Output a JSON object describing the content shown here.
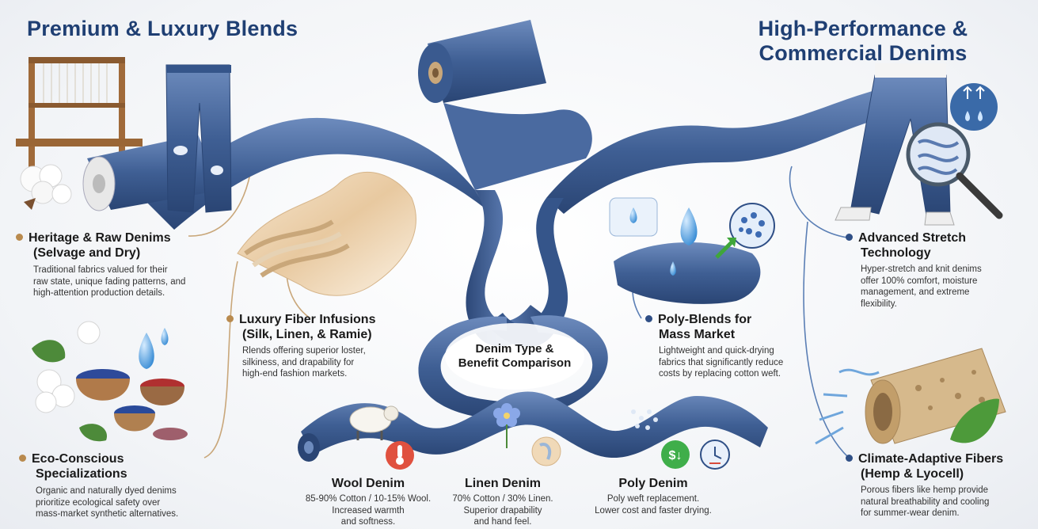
{
  "headings": {
    "left": "Premium & Luxury Blends",
    "right_line1": "High-Performance &",
    "right_line2": "Commercial Denims"
  },
  "center_title": {
    "line1": "Denim Type &",
    "line2": "Benefit Comparison"
  },
  "sections": {
    "heritage": {
      "title_line1": "Heritage & Raw Denims",
      "title_line2": "(Selvage and Dry)",
      "desc_line1": "Traditional fabrics valued for their",
      "desc_line2": "raw state, unique fading patterns, and",
      "desc_line3": "high-attention production details."
    },
    "eco": {
      "title_line1": "Eco-Conscious",
      "title_line2": "Specializations",
      "desc_line1": "Organic and naturally dyed denims",
      "desc_line2": "prioritize ecological safety over",
      "desc_line3": "mass-market synthetic alternatives."
    },
    "luxury": {
      "title_line1": "Luxury Fiber Infusions",
      "title_line2": "(Silk, Linen, & Ramie)",
      "desc_line1": "Rlends offering superior loster,",
      "desc_line2": "silkiness, and drapability for",
      "desc_line3": "high-end fashion markets."
    },
    "poly_blends": {
      "title_line1": "Poly-Blends for",
      "title_line2": "Mass Market",
      "desc_line1": "Lightweight and quick-drying",
      "desc_line2": "fabrics that significantly reduce",
      "desc_line3": "costs by replacing cotton weft."
    },
    "stretch": {
      "title_line1": "Advanced Stretch",
      "title_line2": "Technology",
      "desc_line1": "Hyper-stretch and knit denims",
      "desc_line2": "offer 100% comfort, moisture",
      "desc_line3": "management, and extreme",
      "desc_line4": "flexibility."
    },
    "climate": {
      "title_line1": "Climate-Adaptive Fibers",
      "title_line2": "(Hemp & Lyocell)",
      "desc_line1": "Porous fibers like hemp provide",
      "desc_line2": "natural breathability and cooling",
      "desc_line3": "for summer-wear denim."
    }
  },
  "bottom": {
    "wool": {
      "title": "Wool Denim",
      "desc_line1": "85-90% Cotton / 10-15% Wool.",
      "desc_line2": "Increased warmth",
      "desc_line3": "and softness."
    },
    "linen": {
      "title": "Linen Denim",
      "desc_line1": "70% Cotton / 30% Linen.",
      "desc_line2": "Superior drapability",
      "desc_line3": "and hand feel."
    },
    "poly": {
      "title": "Poly Denim",
      "desc_line1": "Poly weft replacement.",
      "desc_line2": "Lower cost and faster drying."
    }
  },
  "colors": {
    "heading": "#1f3f73",
    "denim_dark": "#2e4a7a",
    "denim_mid": "#4a6aa0",
    "denim_light": "#8fa8cf",
    "bullet_gold": "#b98a4e",
    "bullet_navy": "#2f4f86",
    "connector_gold": "#c9a77a",
    "connector_navy": "#5b7fb5"
  },
  "icons": {
    "loom": "wooden-loom-icon",
    "jeans_left": "distressed-jeans-icon",
    "cotton": "cotton-boll-icon",
    "silk": "silk-braid-icon",
    "dye_pots": "natural-dye-pots-icon",
    "water_drops": "water-droplet-icon",
    "jeans_right": "stretch-jeans-icon",
    "magnifier": "fabric-magnifier-icon",
    "moisture": "moisture-wicking-icon",
    "hemp": "porous-hemp-fiber-icon",
    "leaf": "leaf-icon",
    "sheep": "sheep-icon",
    "thermometer": "thermometer-icon",
    "flax": "flax-flower-icon",
    "fabric_swatch": "fabric-swatch-icon",
    "fiber": "poly-fiber-icon",
    "money": "cost-saving-icon",
    "timer": "fast-dry-timer-icon"
  }
}
